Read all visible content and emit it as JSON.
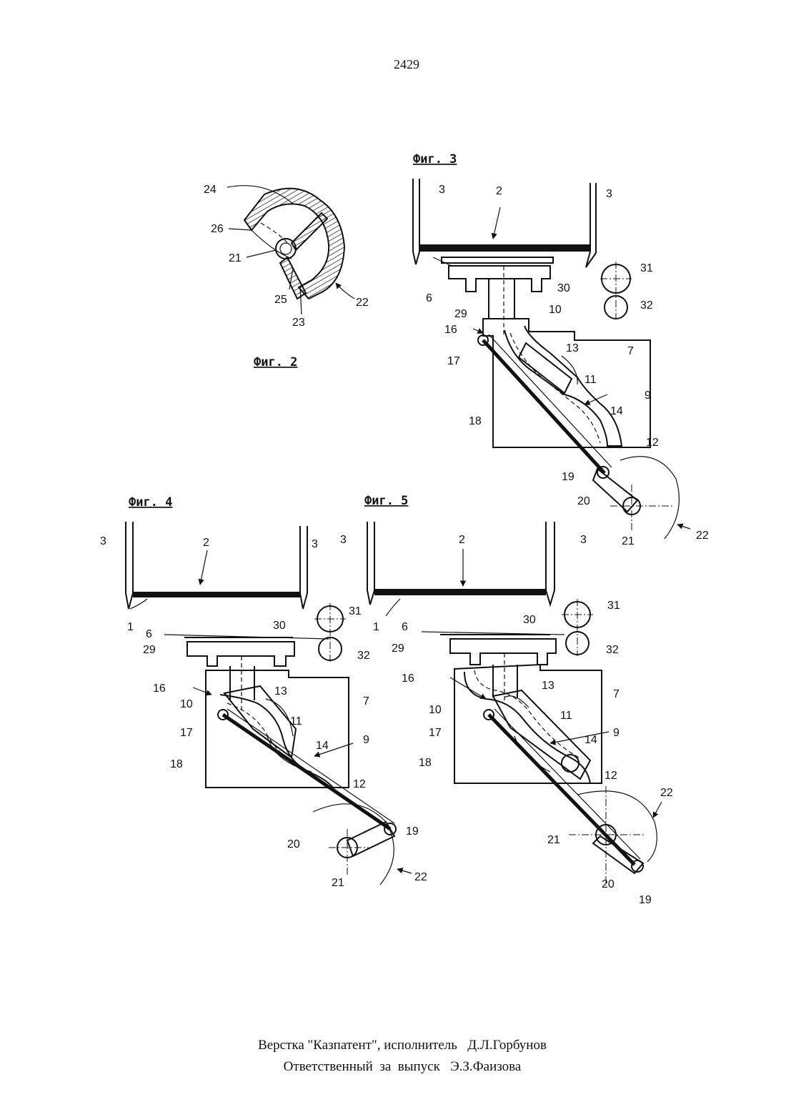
{
  "page_number": "2429",
  "figures": {
    "fig2": {
      "title": "Фиг. 2",
      "labels": {
        "l24": "24",
        "l26": "26",
        "l21": "21",
        "l25": "25",
        "l23": "23",
        "l22": "22"
      }
    },
    "fig3": {
      "title": "Фиг. 3",
      "labels": {
        "l3a": "3",
        "l2": "2",
        "l3b": "3",
        "l31": "31",
        "l6": "6",
        "l30": "30",
        "l32": "32",
        "l29": "29",
        "l10": "10",
        "l16": "16",
        "l13": "13",
        "l7": "7",
        "l17": "17",
        "l11": "11",
        "l9": "9",
        "l14": "14",
        "l18": "18",
        "l12": "12",
        "l19": "19",
        "l20": "20",
        "l21": "21",
        "l22": "22"
      }
    },
    "fig4": {
      "title": "Фиг. 4",
      "labels": {
        "l3a": "3",
        "l2": "2",
        "l3b": "3",
        "l1": "1",
        "l31": "31",
        "l6": "6",
        "l30": "30",
        "l29": "29",
        "l32": "32",
        "l16": "16",
        "l13": "13",
        "l10": "10",
        "l7": "7",
        "l17": "17",
        "l11": "11",
        "l9": "9",
        "l14": "14",
        "l18": "18",
        "l12": "12",
        "l19": "19",
        "l20": "20",
        "l21": "21",
        "l22": "22"
      }
    },
    "fig5": {
      "title": "Фиг. 5",
      "labels": {
        "l3a": "3",
        "l2": "2",
        "l3b": "3",
        "l31": "31",
        "l1": "1",
        "l30": "30",
        "l6": "6",
        "l29": "29",
        "l32": "32",
        "l16": "16",
        "l13": "13",
        "l7": "7",
        "l10": "10",
        "l11": "11",
        "l17": "17",
        "l9": "9",
        "l14": "14",
        "l18": "18",
        "l12": "12",
        "l22": "22",
        "l21": "21",
        "l20": "20",
        "l19": "19"
      }
    }
  },
  "footer": {
    "line1": "Верстка \"Казпатент\", исполнитель   Д.Л.Горбунов",
    "line2": "Ответственный  за  выпуск   Э.З.Фаизова"
  }
}
